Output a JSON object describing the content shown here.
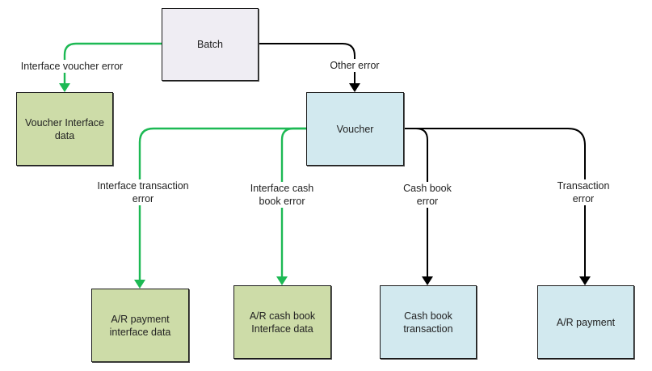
{
  "diagram": {
    "colors": {
      "interface_error_edge": "#1db954",
      "other_error_edge": "#000000",
      "batch_fill": "#efedf3",
      "interface_data_fill": "#cddca8",
      "transaction_fill": "#d2e9ef"
    },
    "nodes": {
      "batch": "Batch",
      "voucher_interface_data": "Voucher Interface\ndata",
      "voucher": "Voucher",
      "ar_payment_interface_data": "A/R payment\ninterface data",
      "ar_cash_book_interface_data": "A/R  cash book\nInterface data",
      "cash_book_transaction": "Cash book\ntransaction",
      "ar_payment": "A/R payment"
    },
    "edges": {
      "interface_voucher_error": "Interface voucher error",
      "other_error": "Other error",
      "interface_transaction_error": "Interface transaction\nerror",
      "interface_cash_book_error": "Interface cash\nbook error",
      "cash_book_error": "Cash book\nerror",
      "transaction_error": "Transaction\nerror"
    }
  }
}
